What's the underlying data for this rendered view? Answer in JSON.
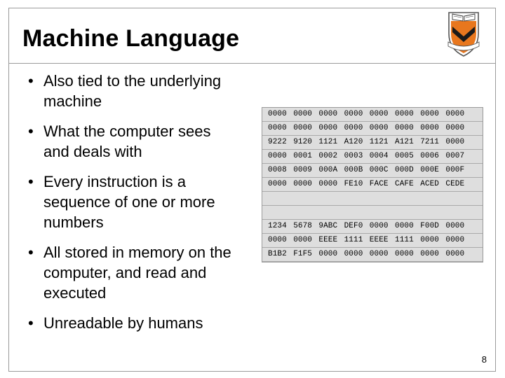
{
  "slide": {
    "title": "Machine Language",
    "page_number": "8",
    "bullet_char": "•",
    "bullets": [
      {
        "text": "Also tied to the underlying machine"
      },
      {
        "text": "What the computer sees and deals with"
      },
      {
        "text": "Every instruction is a sequence of one or more numbers"
      },
      {
        "text": "All stored in memory on the computer, and read and executed"
      },
      {
        "text": "Unreadable by humans"
      }
    ]
  },
  "memory_table": {
    "rows": [
      [
        "0000",
        "0000",
        "0000",
        "0000",
        "0000",
        "0000",
        "0000",
        "0000"
      ],
      [
        "0000",
        "0000",
        "0000",
        "0000",
        "0000",
        "0000",
        "0000",
        "0000"
      ],
      [
        "9222",
        "9120",
        "1121",
        "A120",
        "1121",
        "A121",
        "7211",
        "0000"
      ],
      [
        "0000",
        "0001",
        "0002",
        "0003",
        "0004",
        "0005",
        "0006",
        "0007"
      ],
      [
        "0008",
        "0009",
        "000A",
        "000B",
        "000C",
        "000D",
        "000E",
        "000F"
      ],
      [
        "0000",
        "0000",
        "0000",
        "FE10",
        "FACE",
        "CAFE",
        "ACED",
        "CEDE"
      ],
      [],
      [],
      [
        "1234",
        "5678",
        "9ABC",
        "DEF0",
        "0000",
        "0000",
        "F00D",
        "0000"
      ],
      [
        "0000",
        "0000",
        "EEEE",
        "1111",
        "EEEE",
        "1111",
        "0000",
        "0000"
      ],
      [
        "B1B2",
        "F1F5",
        "0000",
        "0000",
        "0000",
        "0000",
        "0000",
        "0000"
      ]
    ]
  },
  "colors": {
    "logo_orange": "#e8771e",
    "frame_gray": "#9a9a9a",
    "table_fill": "#dedede"
  },
  "logo": {
    "icon": "princeton-shield-icon"
  }
}
